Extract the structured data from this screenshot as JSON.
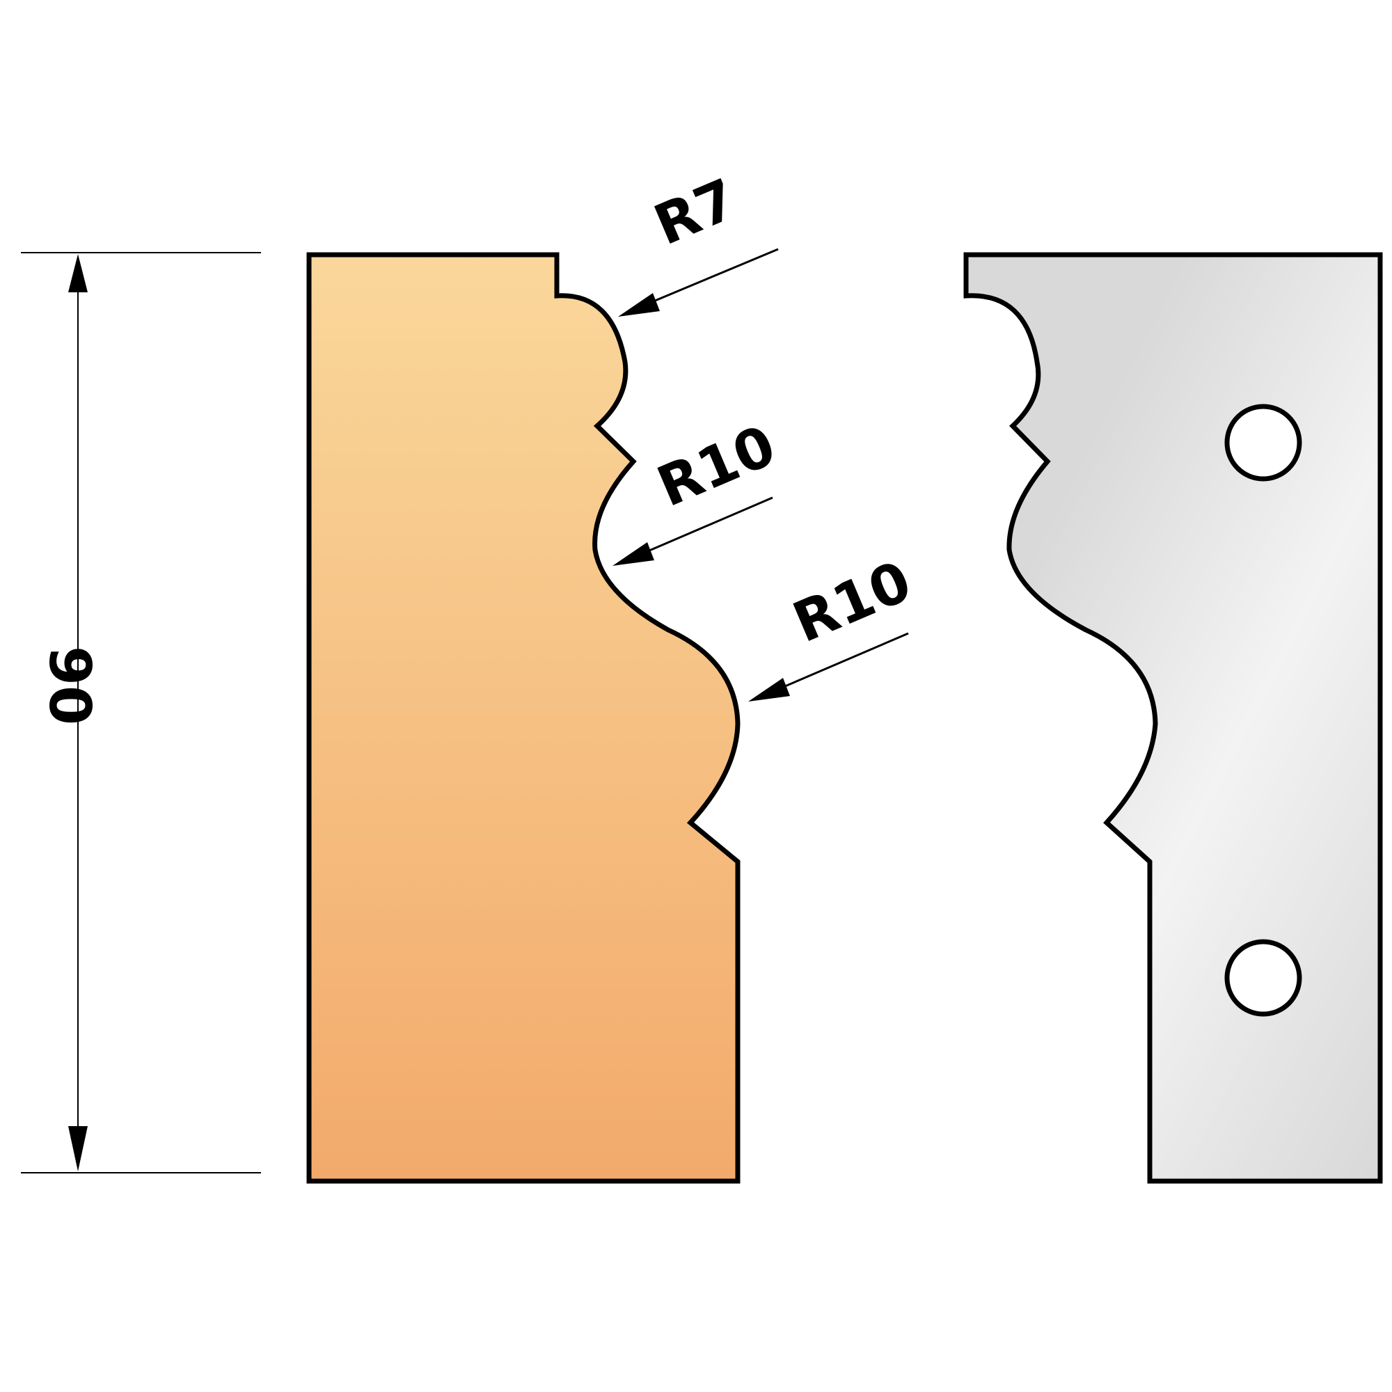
{
  "dimension": {
    "label": "90"
  },
  "radii": [
    {
      "label": "R7"
    },
    {
      "label": "R10"
    },
    {
      "label": "R10"
    }
  ],
  "colors": {
    "cutter_top": "#fad79b",
    "cutter_bottom": "#f2aa6b",
    "limiter_light": "#f3f3f3",
    "limiter_dark": "#d8d8d8",
    "outline": "#000000",
    "background": "#ffffff"
  },
  "icons": {
    "cutter_profile": "profile-knife-shape",
    "limiter_profile": "limiter-plate-shape",
    "mounting_hole": "circle-hole"
  }
}
